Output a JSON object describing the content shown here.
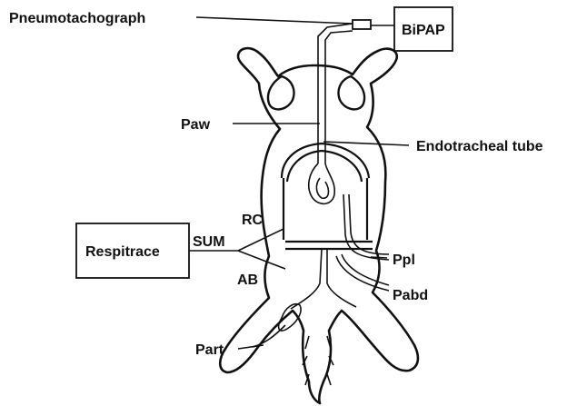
{
  "labels": {
    "pneumotachograph": "Pneumotachograph",
    "bipap": "BiPAP",
    "paw": "Paw",
    "endotracheal_tube": "Endotracheal tube",
    "rc": "RC",
    "sum": "SUM",
    "respitrace": "Respitrace",
    "ab": "AB",
    "ppl": "Ppl",
    "pabd": "Pabd",
    "part": "Part"
  }
}
